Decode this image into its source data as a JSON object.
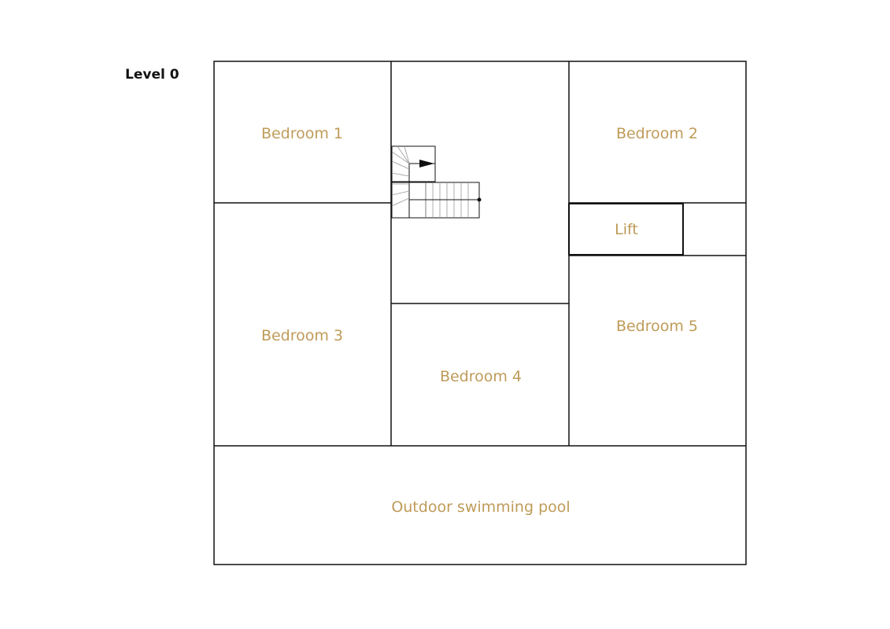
{
  "level": {
    "title": "Level 0"
  },
  "rooms": {
    "bedroom1": "Bedroom 1",
    "bedroom2": "Bedroom 2",
    "bedroom3": "Bedroom 3",
    "bedroom4": "Bedroom 4",
    "bedroom5": "Bedroom 5",
    "lift": "Lift",
    "pool": "Outdoor swimming pool"
  },
  "colors": {
    "label": "#bf9b59",
    "walls": "#111111"
  }
}
